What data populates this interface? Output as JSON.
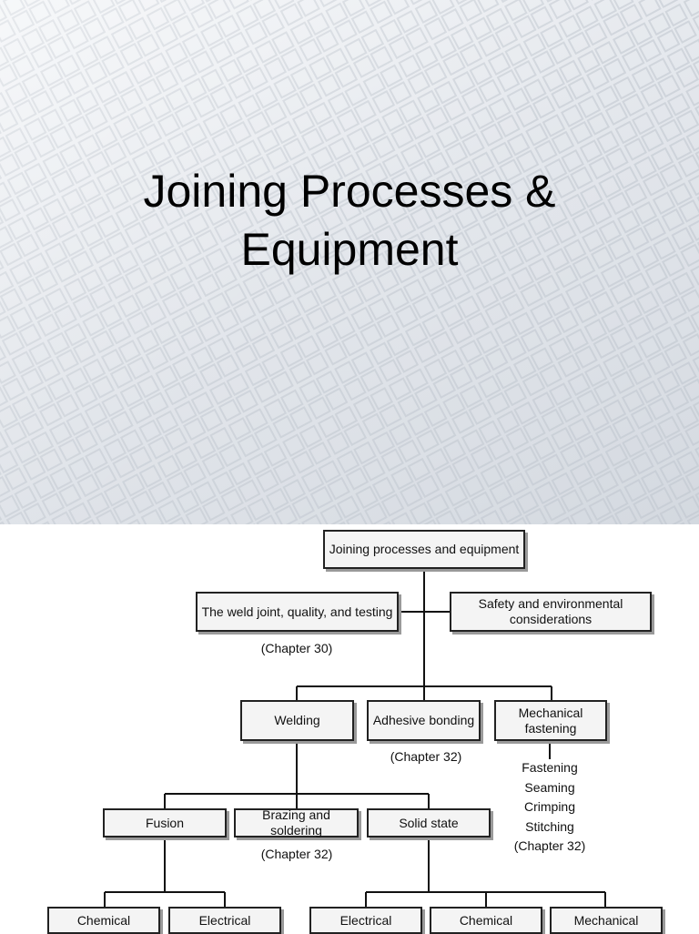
{
  "slide": {
    "title_line1": "Joining Processes &",
    "title_line2": "Equipment",
    "background_color": "#dfe3e9"
  },
  "diagram": {
    "root": "Joining processes and equipment",
    "weld_joint": "The weld joint, quality, and testing",
    "weld_joint_chapter": "(Chapter 30)",
    "safety": "Safety and environmental considerations",
    "welding": "Welding",
    "adhesive": "Adhesive bonding",
    "adhesive_chapter": "(Chapter 32)",
    "mechanical_fastening": "Mechanical fastening",
    "fastening_items": [
      "Fastening",
      "Seaming",
      "Crimping",
      "Stitching"
    ],
    "fastening_chapter": "(Chapter 32)",
    "fusion": "Fusion",
    "brazing": "Brazing and soldering",
    "brazing_chapter": "(Chapter 32)",
    "solid_state": "Solid state",
    "fusion_chemical": "Chemical",
    "fusion_electrical": "Electrical",
    "solid_electrical": "Electrical",
    "solid_chemical": "Chemical",
    "solid_mechanical": "Mechanical"
  }
}
